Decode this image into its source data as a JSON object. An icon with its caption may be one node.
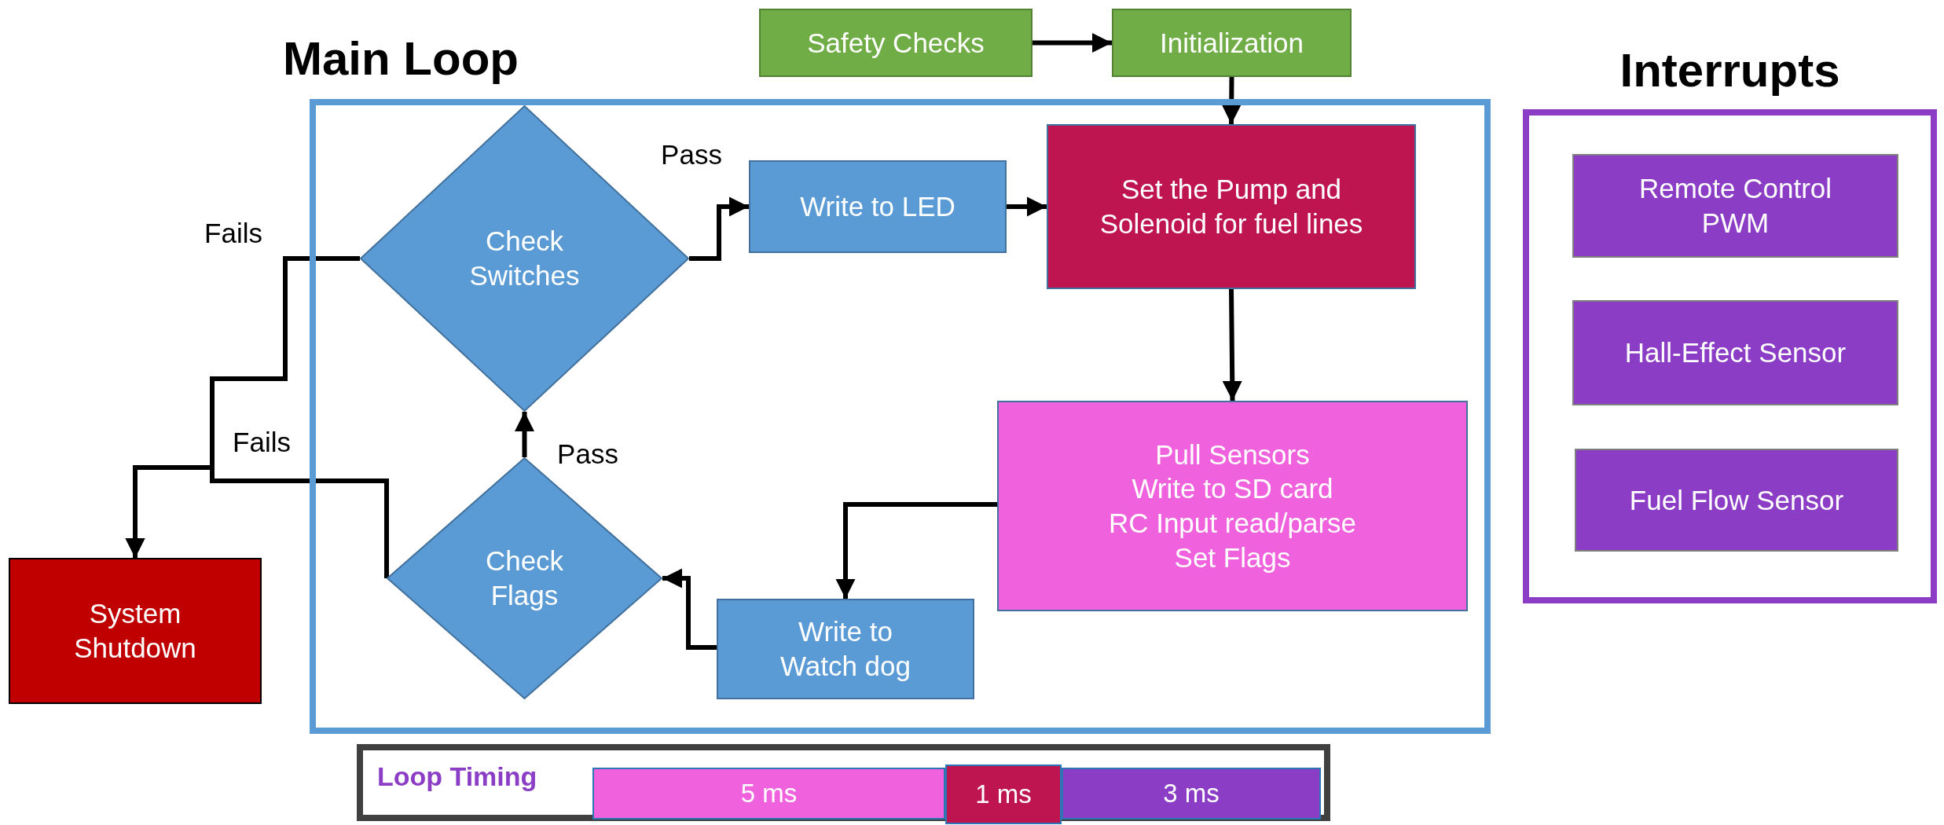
{
  "diagram": {
    "nodes": [
      {
        "text": [
          "Safety Checks"
        ]
      },
      {
        "text": [
          "Initialization"
        ]
      },
      {
        "text": [
          "Main Loop"
        ]
      },
      {
        "text": [
          "Check Switches"
        ],
        "in": 2
      },
      {
        "text": [
          "Write to LED"
        ],
        "in": 2
      },
      {
        "text": [
          "Set the Pump and Solenoid for fuel lines"
        ],
        "in": 2
      },
      {
        "text": [
          "Pull Sensors",
          "Write to SD card",
          "RC Input read/parse",
          "Set Flags"
        ],
        "in": 2
      },
      {
        "text": [
          "Write to Watch dog"
        ],
        "in": 2
      },
      {
        "text": [
          "Check Flags"
        ],
        "in": 2
      },
      {
        "text": [
          "System Shutdown"
        ]
      },
      {
        "text": [
          "Interrupts"
        ]
      },
      {
        "text": [
          "Remote Control PWM"
        ],
        "in": 10
      },
      {
        "text": [
          "Hall-Effect Sensor"
        ],
        "in": 10
      },
      {
        "text": [
          "Fuel Flow Sensor"
        ],
        "in": 10
      },
      {
        "text": [
          "Loop Timing"
        ]
      },
      {
        "text": [
          "5 ms"
        ],
        "in": 14
      },
      {
        "text": [
          "1 ms"
        ],
        "in": 14
      },
      {
        "text": [
          "3 ms"
        ],
        "in": 14
      }
    ],
    "edges": [
      {
        "from": 0,
        "to": 1,
        "arrow": "to"
      },
      {
        "from": 1,
        "to": 5,
        "arrow": "to"
      },
      {
        "from": 3,
        "to": 4,
        "arrow": "to",
        "label": "Pass"
      },
      {
        "from": 4,
        "to": 5,
        "arrow": "to"
      },
      {
        "from": 5,
        "to": 6,
        "arrow": "to"
      },
      {
        "from": 6,
        "to": 7,
        "arrow": "to"
      },
      {
        "from": 7,
        "to": 8,
        "arrow": "to"
      },
      {
        "from": 8,
        "to": 3,
        "arrow": "to",
        "label": "Pass"
      },
      {
        "from": 3,
        "to": 9,
        "arrow": "to",
        "label": "Fails"
      },
      {
        "from": 8,
        "to": 9,
        "arrow": "to",
        "label": "Fails"
      }
    ]
  }
}
